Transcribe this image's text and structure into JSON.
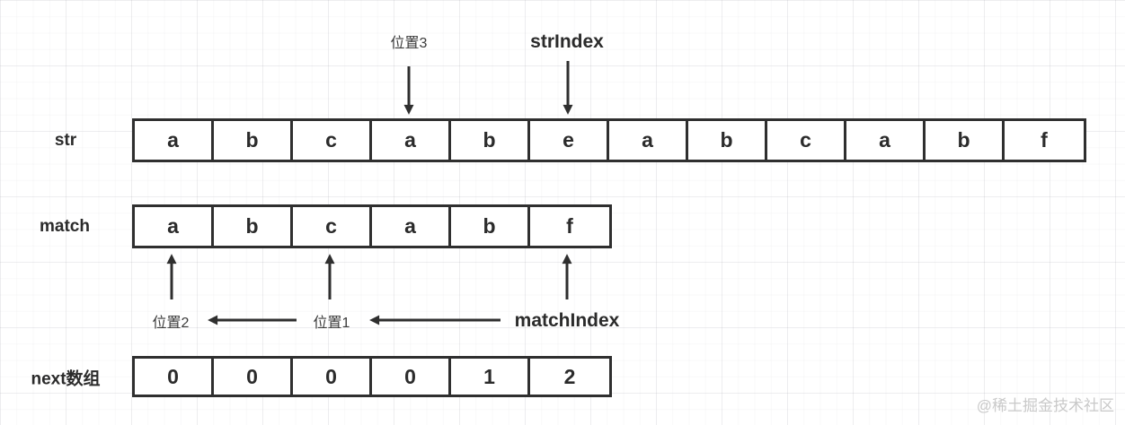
{
  "diagram": "kmp-next-array-illustration",
  "colors": {
    "ink": "#2f2f2f",
    "cell_background": "#ffffff",
    "grid_line": "#ececf0",
    "watermark": "#c9c9c9"
  },
  "top_labels": {
    "pos3": "位置3",
    "str_index": "strIndex"
  },
  "rows": {
    "str": {
      "label": "str",
      "cells": [
        "a",
        "b",
        "c",
        "a",
        "b",
        "e",
        "a",
        "b",
        "c",
        "a",
        "b",
        "f"
      ]
    },
    "match": {
      "label": "match",
      "cells": [
        "a",
        "b",
        "c",
        "a",
        "b",
        "f"
      ]
    },
    "next": {
      "label": "next数组",
      "cells": [
        "0",
        "0",
        "0",
        "0",
        "1",
        "2"
      ]
    }
  },
  "bottom_labels": {
    "pos2": "位置2",
    "pos1": "位置1",
    "match_index": "matchIndex"
  },
  "pointers": {
    "pos3_points_to": "str cell index 3",
    "str_index_points_to": "str cell index 5",
    "pos2_points_to": "match cell index 0",
    "pos1_points_to": "match cell index 2",
    "match_index_points_to": "match cell index 5"
  },
  "watermark": "@稀土掘金技术社区"
}
